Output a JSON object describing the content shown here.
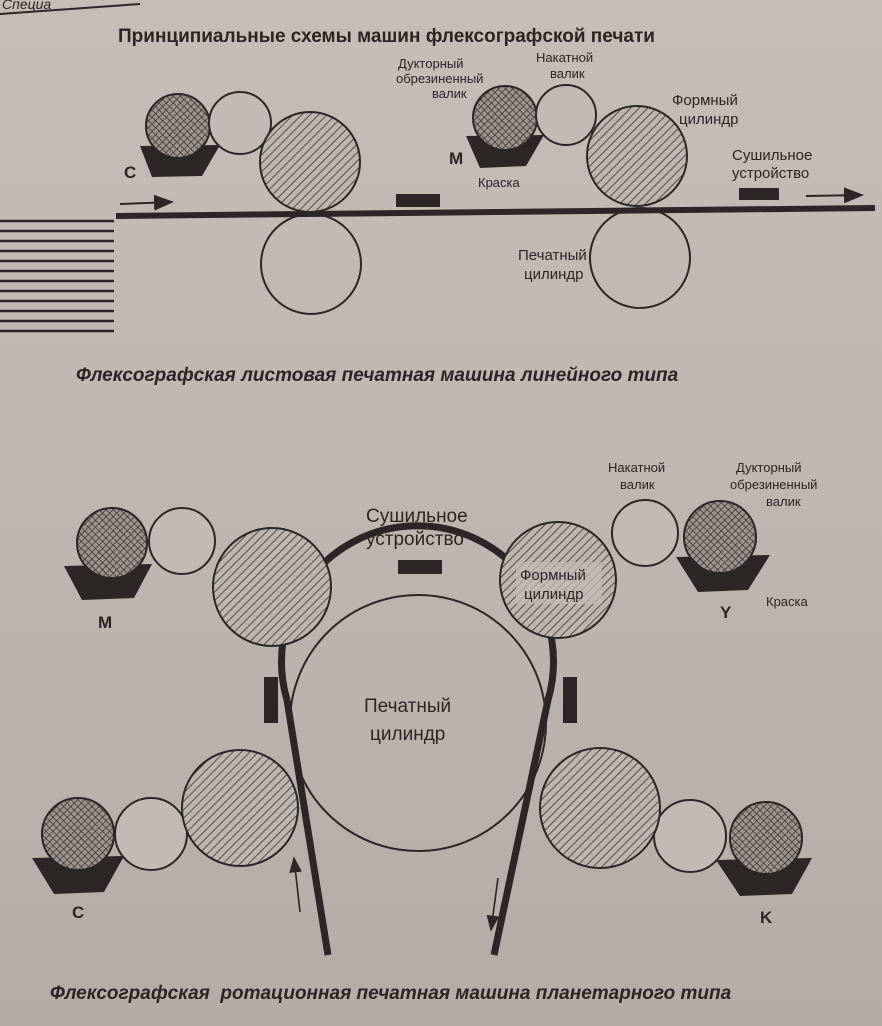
{
  "header_fragment": "Специа",
  "title": "Принципиальные схемы машин флексографской печати",
  "sheet_machine": {
    "caption": "Флексографская листовая печатная машина линейного типа",
    "unit_labels": [
      "C",
      "M"
    ],
    "labels": {
      "ductor_line1": "Дукторный",
      "ductor_line2": "обрезиненный",
      "ductor_line3": "валик",
      "anilox_line1": "Накатной",
      "anilox_line2": "валик",
      "plate_line1": "Формный",
      "plate_line2": "цилиндр",
      "dryer_line1": "Сушильное",
      "dryer_line2": "устройство",
      "ink": "Краска",
      "impression_line1": "Печатный",
      "impression_line2": "цилиндр"
    }
  },
  "planetary_machine": {
    "caption": "Флексографская  ротационная печатная машина планетарного типа",
    "unit_labels": [
      "M",
      "Y",
      "C",
      "K"
    ],
    "labels": {
      "dryer_line1": "Сушильное",
      "dryer_line2": "устройство",
      "anilox_line1": "Накатной",
      "anilox_line2": "валик",
      "ductor_line1": "Дукторный",
      "ductor_line2": "обрезиненный",
      "ductor_line3": "валик",
      "plate_line1": "Формный",
      "plate_line2": "цилиндр",
      "ink": "Краска",
      "impression_line1": "Печатный",
      "impression_line2": "цилиндр"
    }
  },
  "colors": {
    "ink": "#2b2727",
    "paper": "#c1bbb5"
  }
}
